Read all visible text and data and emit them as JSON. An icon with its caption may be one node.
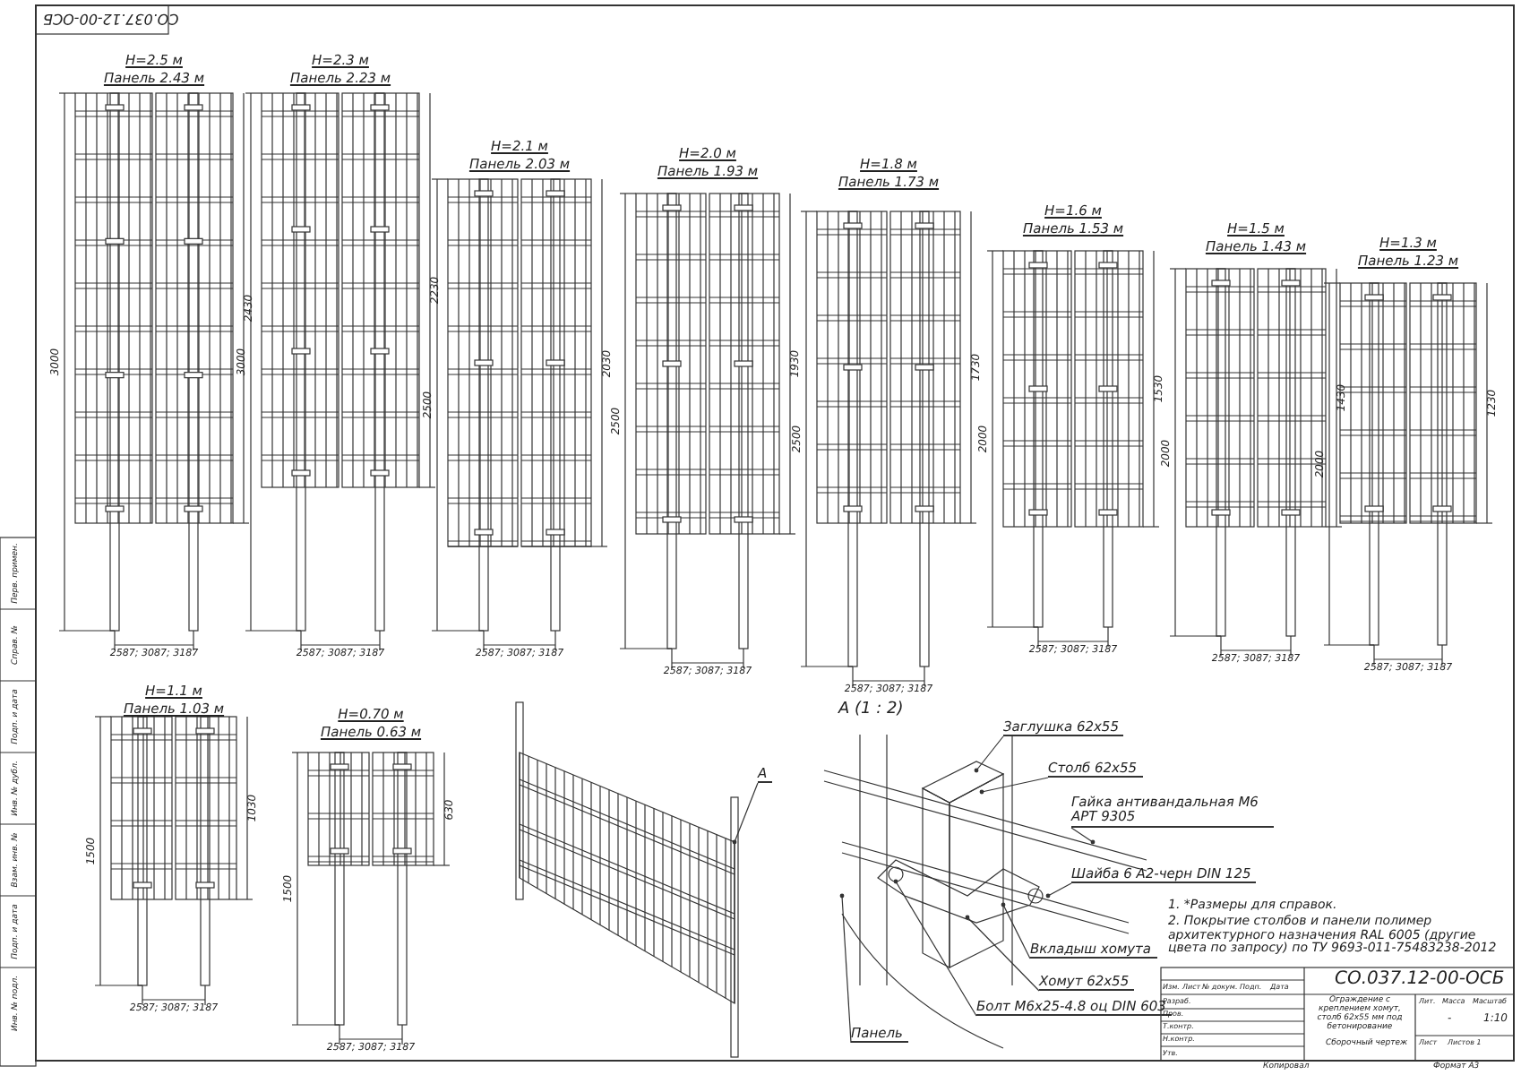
{
  "diagram": {
    "nodes": [
      {
        "text": [
          "Заглушка 62х55"
        ]
      },
      {
        "text": [
          "Столб 62х55"
        ]
      },
      {
        "text": [
          "Гайка антивандальная М6 APT 9305"
        ]
      },
      {
        "text": [
          "Шайба 6 А2-черн DIN 125"
        ]
      },
      {
        "text": [
          "Вкладыш хомута"
        ]
      },
      {
        "text": [
          "Хомут 62х55"
        ]
      },
      {
        "text": [
          "Болт М6х25-4.8 оц DIN 603"
        ]
      },
      {
        "text": [
          "Панель"
        ]
      },
      {
        "text": [
          "А"
        ]
      }
    ],
    "edges": [
      {
        "from": 0,
        "to": null,
        "arrow": "other"
      },
      {
        "from": 1,
        "to": null,
        "arrow": "other"
      },
      {
        "from": 2,
        "to": null,
        "arrow": "other"
      },
      {
        "from": 3,
        "to": null,
        "arrow": "other"
      },
      {
        "from": 4,
        "to": null,
        "arrow": "other"
      },
      {
        "from": 5,
        "to": null,
        "arrow": "other"
      },
      {
        "from": 6,
        "to": null,
        "arrow": "other"
      },
      {
        "from": 7,
        "to": null,
        "arrow": "other"
      },
      {
        "from": 8,
        "to": null,
        "arrow": "other"
      }
    ],
    "labels": [
      "Н=2.5 м",
      "Панель 2.43 м",
      "3000",
      "2430",
      "2587; 3087; 3187",
      "Н=2.3 м",
      "Панель 2.23 м",
      "3000",
      "2230",
      "2587; 3087; 3187",
      "Н=2.1 м",
      "Панель 2.03 м",
      "2500",
      "2030",
      "2587; 3087; 3187",
      "Н=2.0 м",
      "Панель 1.93 м",
      "2500",
      "1930",
      "2587; 3087; 3187",
      "Н=1.8 м",
      "Панель 1.73 м",
      "2500",
      "1730",
      "2587; 3087; 3187",
      "Н=1.6 м",
      "Панель 1.53 м",
      "2000",
      "1530",
      "2587; 3087; 3187",
      "Н=1.5 м",
      "Панель 1.43 м",
      "2000",
      "1430",
      "2587; 3087; 3187",
      "Н=1.3 м",
      "Панель 1.23 м",
      "2000",
      "1230",
      "2587; 3087; 3187",
      "Н=1.1 м",
      "Панель 1.03 м",
      "1500",
      "1030",
      "2587; 3087; 3187",
      "Н=0.70 м",
      "Панель 0.63 м",
      "1500",
      "630",
      "2587; 3087; 3187",
      "А (1 : 2)",
      "1. *Размеры для справок.",
      "2. Покрытие столбов и панели полимер архитектурного назначения RAL 6005 (другие цвета по запросу) по ТУ 9693-011-75483238-2012",
      "СО.037.12-00-ОСБ",
      "Ограждение с креплением хомут, столб 62х55 мм под бетонирование",
      "Сборочный чертеж",
      "Лит.",
      "Масса",
      "Масштаб",
      "-",
      "1:10",
      "Лист",
      "Листов 1",
      "Изм.",
      "Лист",
      "№ докум.",
      "Подп.",
      "Дата",
      "Разраб.",
      "Пров.",
      "Т.контр.",
      "Н.контр.",
      "Утв.",
      "Копировал",
      "Формат А3",
      "Перв. примен.",
      "Справ. №",
      "Подп. и дата",
      "Инв. № дубл.",
      "Взам. инв. №",
      "Подп. и дата",
      "Инв. № подл.",
      "СО.037.12-00-ОСБ"
    ]
  }
}
